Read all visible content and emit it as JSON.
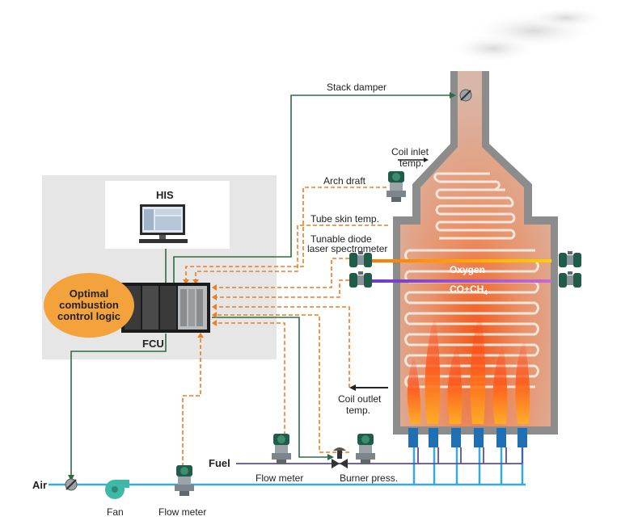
{
  "labels": {
    "his": "HIS",
    "fcu": "FCU",
    "logic": [
      "Optimal",
      "combustion",
      "control logic"
    ],
    "stack_damper": "Stack damper",
    "coil_inlet": [
      "Coil inlet",
      "temp."
    ],
    "arch_draft": "Arch draft",
    "tube_skin": "Tube skin temp.",
    "tdls": [
      "Tunable diode",
      "laser spectrometer"
    ],
    "oxygen": "Oxygen",
    "co_ch4_main": "CO+CH",
    "co_ch4_sub": "4",
    "coil_outlet": [
      "Coil outlet",
      "temp."
    ],
    "fuel": "Fuel",
    "flow_meter_fuel": "Flow meter",
    "burner_press": "Burner press.",
    "air": "Air",
    "fan": "Fan",
    "flow_meter_air": "Flow meter"
  },
  "colors": {
    "control_line": "#2e6b45",
    "signal_line": "#f07c1f",
    "process_line": "#36a9e1",
    "fuel_line": "#5b4fa0",
    "logic_bubble": "#f4a23c",
    "panel_bg": "#e6e6e6",
    "furnace_wall": "#8c8c8c",
    "burner": "#1f6fb5",
    "transmitter": "#1f5c4a"
  }
}
